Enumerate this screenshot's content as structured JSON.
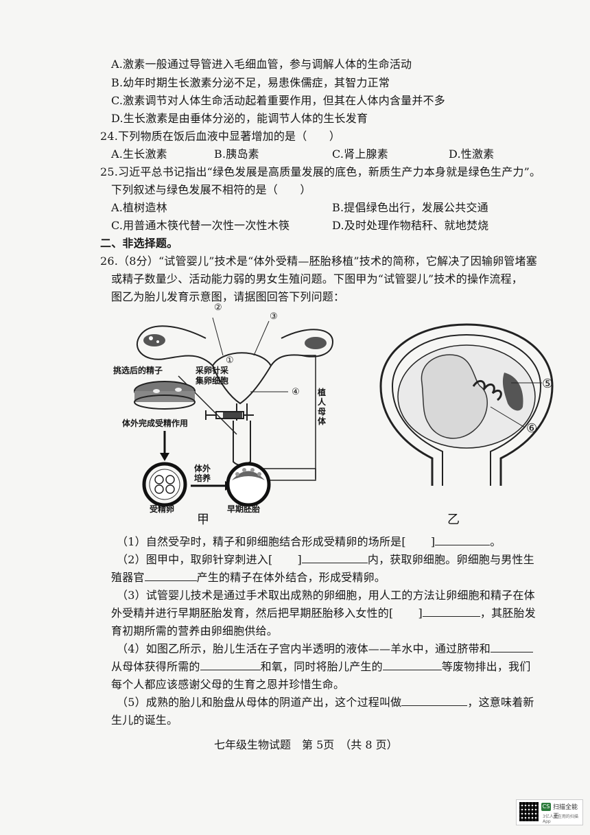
{
  "q23_options": {
    "A": "A.激素一般通过导管进入毛细血管，参与调解人体的生命活动",
    "B": "B.幼年时期生长激素分泌不足，易患侏儒症，其智力正常",
    "C": "C.激素调节对人体生命活动起着重要作用，但其在人体内含量并不多",
    "D": "D.生长激素是由垂体分泌的，能调节人体的生长发育"
  },
  "q24": {
    "stem": "24.下列物质在饭后血液中显著增加的是（　　）",
    "A": "A.生长激素",
    "B": "B.胰岛素",
    "C": "C.肾上腺素",
    "D": "D.性激素"
  },
  "q25": {
    "stem1": "25.习近平总书记指出“绿色发展是高质量发展的底色，新质生产力本身就是绿色生产力”。",
    "stem2": "下列叙述与绿色发展不相符的是（　　）",
    "A": "A.植树造林",
    "B": "B.提倡绿色出行，发展公共交通",
    "C": "C.用普通木筷代替一次性一次性木筷",
    "D": "D.及时处理作物秸秆、就地焚烧"
  },
  "section2": "二、非选择题。",
  "q26": {
    "intro1": "26.（8分）“试管婴儿”技术是“体外受精—胚胎移植”技术的简称，它解决了因输卵管堵塞",
    "intro2": "或精子数量少、活动能力弱的男女生殖问题。下图甲为“试管婴儿”技术的操作流程，",
    "intro3": "图乙为胎儿发育示意图，请据图回答下列问题："
  },
  "figure_jia": {
    "label_sperm": "挑选后的精子",
    "label_needle": "采卵针采",
    "label_needle2": "集卵细胞",
    "label_fert": "体外完成受精作用",
    "label_culture1": "体外",
    "label_culture2": "培养",
    "label_zygote": "受精卵",
    "label_embryo": "早期胚胎",
    "label_implant": "植人母体",
    "n1": "①",
    "n2": "②",
    "n3": "③",
    "n4": "④",
    "caption": "甲"
  },
  "figure_yi": {
    "n5": "⑤",
    "n6": "⑥",
    "caption": "乙"
  },
  "subq": {
    "s1a": "（1）自然受孕时，精子和卵细胞结合形成受精卵的场所是[",
    "s1b": "]",
    "s1c": "。",
    "s2a": "（2）图甲中，取卵针穿刺进入[",
    "s2b": "]",
    "s2c": "内，获取卵细胞。卵细胞与男性生",
    "s2d": "殖器官",
    "s2e": "产生的精子在体外结合，形成受精卵。",
    "s3a": "（3）试管婴儿技术是通过手术取出成熟的卵细胞，用人工的方法让卵细胞和精子在体",
    "s3b": "外受精并进行早期胚胎发育，然后把早期胚胎移入女性的[",
    "s3c": "]",
    "s3d": "，其胚胎发",
    "s3e": "育初期所需的营养由卵细胞供给。",
    "s4a": "（4）如图乙所示，胎儿生活在子宫内半透明的液体——羊水中，通过脐带和",
    "s4b": "从母体获得所需的",
    "s4c": "和氧，同时将胎儿产生的",
    "s4d": "等废物排出，我们",
    "s4e": "每个人都应该感谢父母的生育之恩并珍惜生命。",
    "s5a": "（5）成熟的胎儿和胎盘从母体的阴道产出，这个过程叫做",
    "s5b": "，这意味着新",
    "s5c": "生儿的诞生。"
  },
  "footer": "七年级生物试题　第 5页　（共 8 页）",
  "badge": {
    "logo": "CS",
    "title": "扫描全能王",
    "sub": "3亿人都在用的扫描App"
  }
}
